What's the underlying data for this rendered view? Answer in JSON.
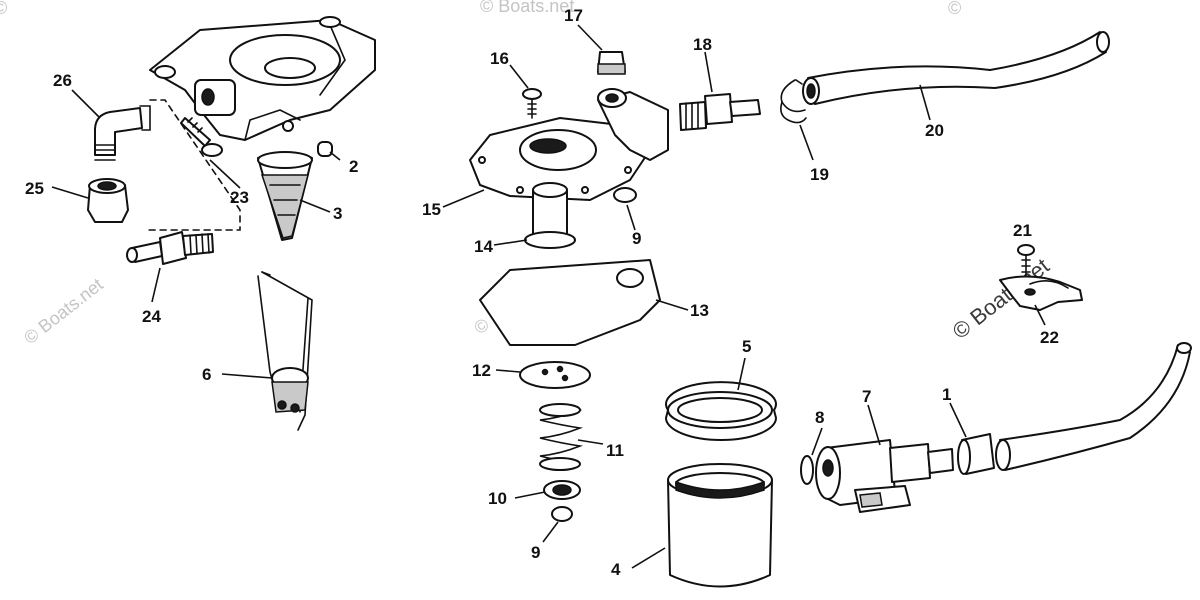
{
  "watermark": {
    "text": "© Boats.net",
    "corner_text": "©"
  },
  "callouts": {
    "c1": "1",
    "c2": "2",
    "c3": "3",
    "c4": "4",
    "c5": "5",
    "c6": "6",
    "c7": "7",
    "c8": "8",
    "c9a": "9",
    "c9b": "9",
    "c10": "10",
    "c11": "11",
    "c12": "12",
    "c13": "13",
    "c14": "14",
    "c15": "15",
    "c16": "16",
    "c17": "17",
    "c18": "18",
    "c19": "19",
    "c20": "20",
    "c21": "21",
    "c22": "22",
    "c23": "23",
    "c24": "24",
    "c25": "25",
    "c26": "26"
  }
}
